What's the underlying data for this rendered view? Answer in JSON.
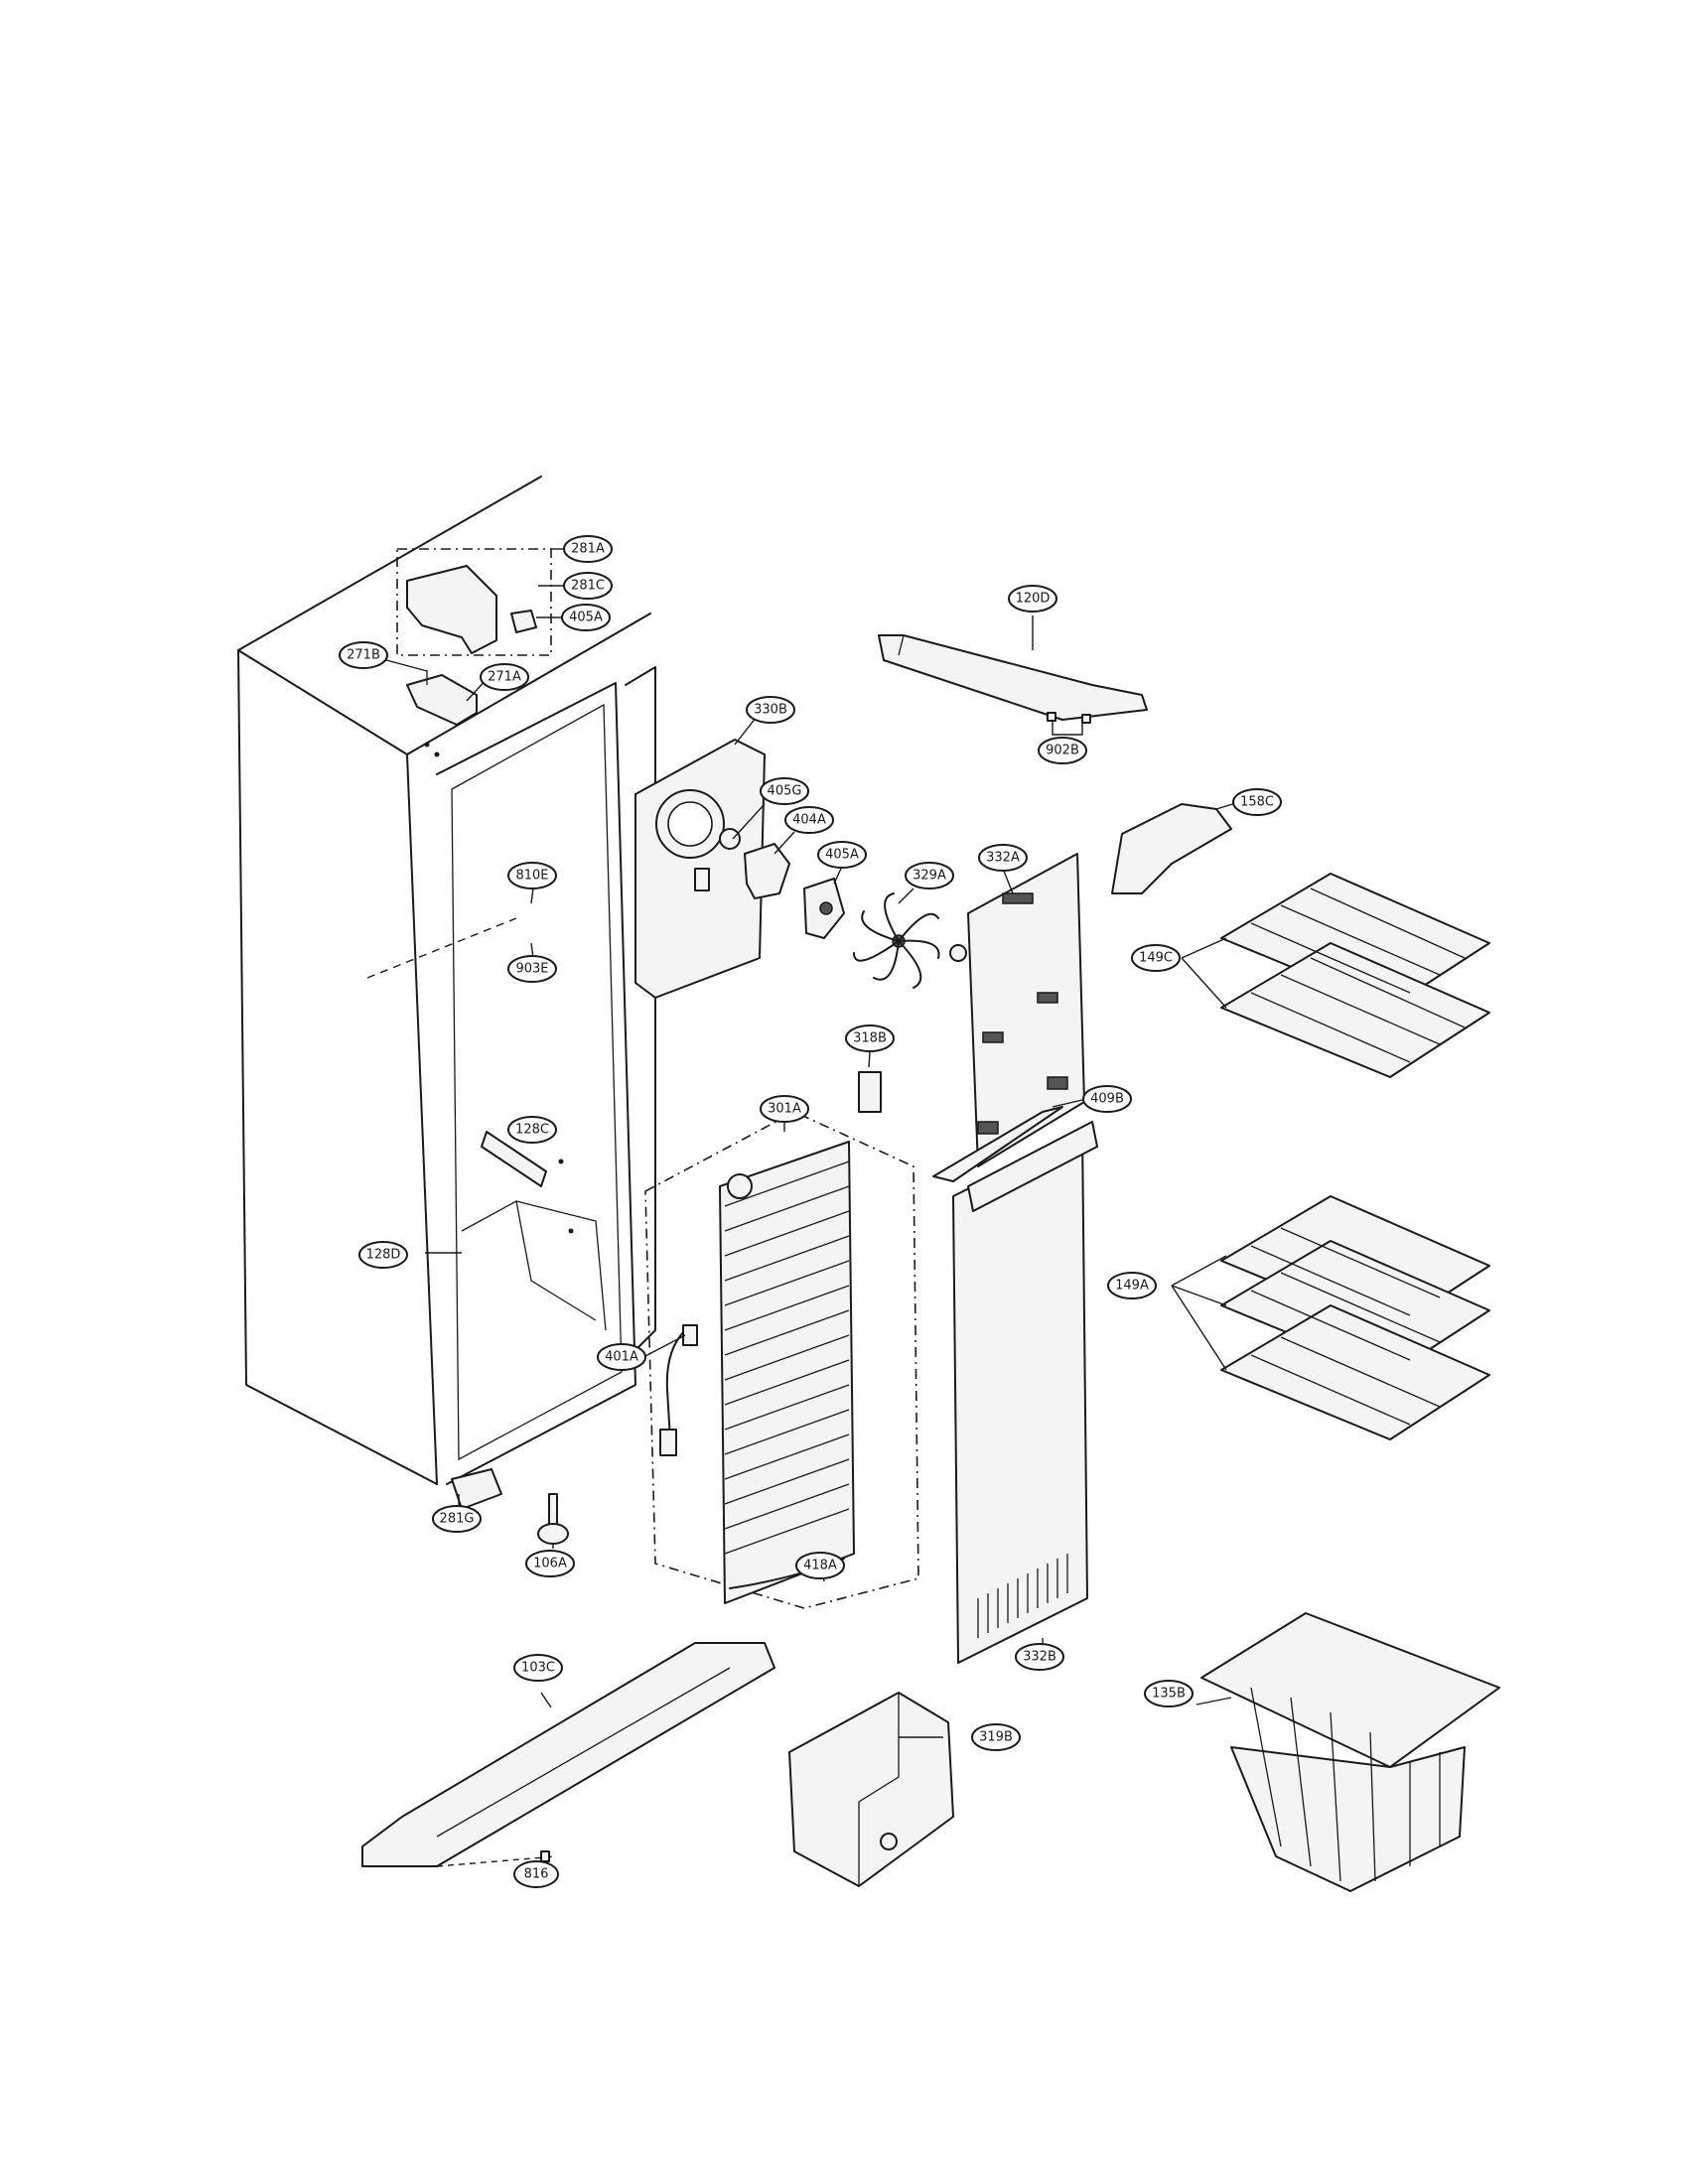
{
  "labels": {
    "p281A": "281A",
    "p281C": "281C",
    "p405A_top": "405A",
    "p271B": "271B",
    "p271A": "271A",
    "p120D": "120D",
    "p902B": "902B",
    "p330B": "330B",
    "p405G": "405G",
    "p404A": "404A",
    "p405A_mid": "405A",
    "p329A": "329A",
    "p332A": "332A",
    "p158C": "158C",
    "p149C": "149C",
    "p810E": "810E",
    "p903E": "903E",
    "p318B": "318B",
    "p301A": "301A",
    "p409B": "409B",
    "p128C": "128C",
    "p128D": "128D",
    "p149A": "149A",
    "p401A": "401A",
    "p281G": "281G",
    "p106A": "106A",
    "p418A": "418A",
    "p332B": "332B",
    "p103C": "103C",
    "p319B": "319B",
    "p135B": "135B",
    "p816": "816"
  }
}
